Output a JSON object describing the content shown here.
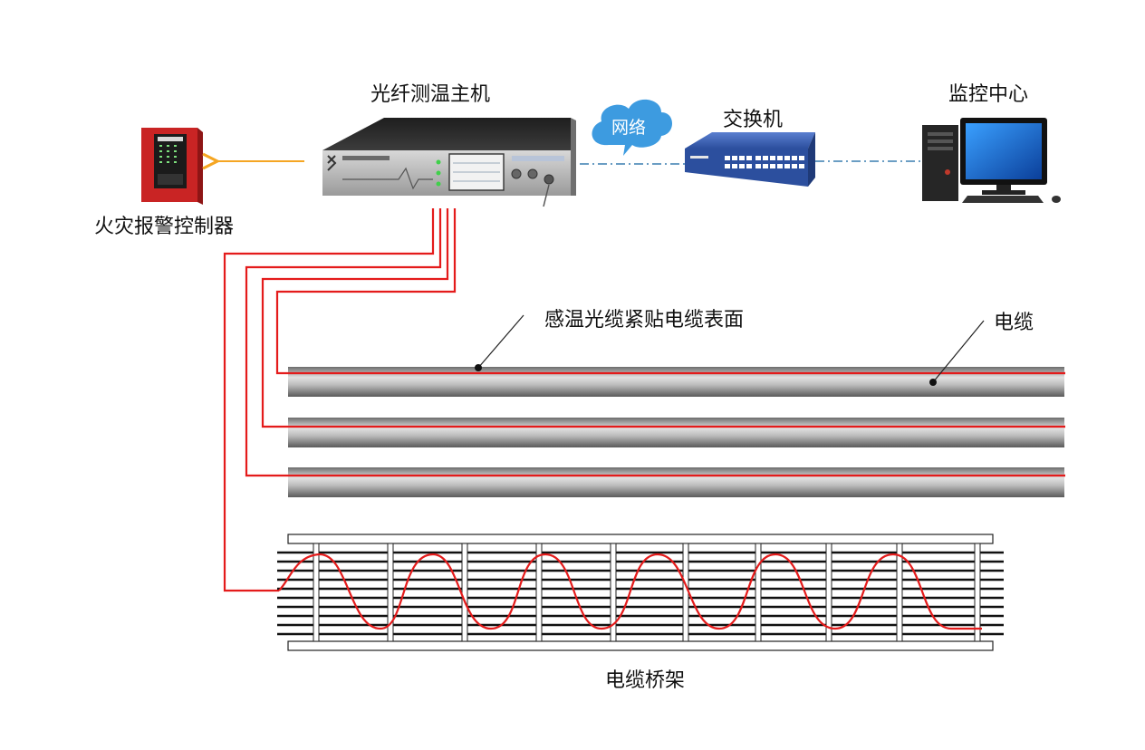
{
  "labels": {
    "host": "光纤测温主机",
    "fire_controller": "火灾报警控制器",
    "network": "网络",
    "switch": "交换机",
    "monitor_center": "监控中心",
    "sensing_cable_note": "感温光缆紧贴电缆表面",
    "cable": "电缆",
    "cable_tray": "电缆桥架"
  },
  "colors": {
    "fiber": "#e41b1b",
    "signal_arrow": "#f5a623",
    "network_line": "#3a7fb0",
    "cloud": "#3d9be0",
    "fire_panel": "#d42a2a",
    "switch_body": "#2c4f9e"
  }
}
